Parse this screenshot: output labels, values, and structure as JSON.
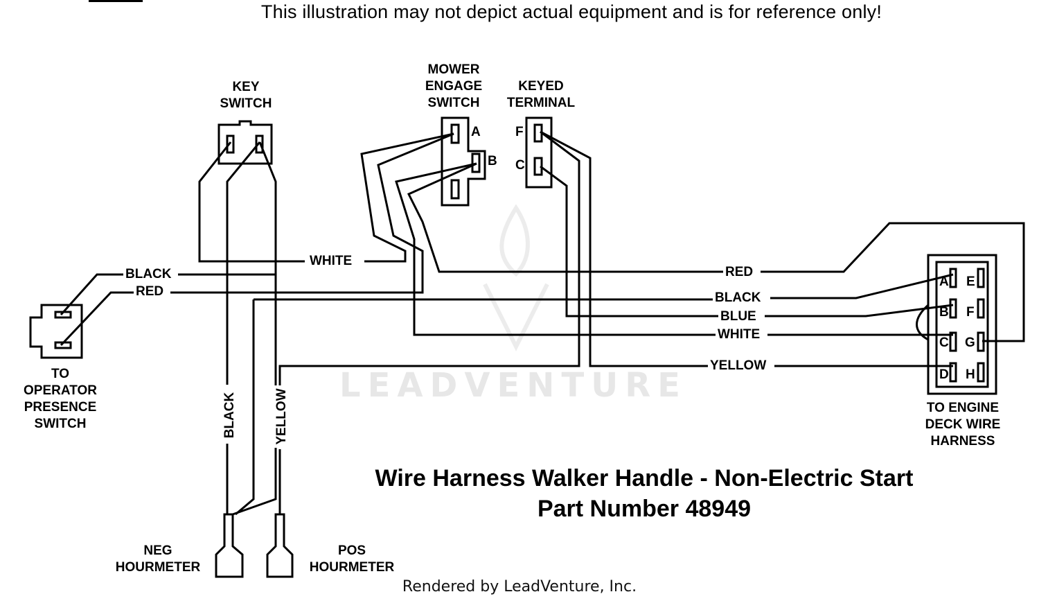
{
  "header": {
    "disclaimer": "This illustration may not depict actual equipment and is for reference only!"
  },
  "components": {
    "key_switch": "KEY\nSWITCH",
    "mower_engage_switch": "MOWER\nENGAGE\nSWITCH",
    "keyed_terminal": "KEYED\nTERMINAL",
    "operator_presence": "TO\nOPERATOR\nPRESENCE\nSWITCH",
    "engine_deck": "TO ENGINE\nDECK WIRE\nHARNESS",
    "neg_hourmeter": "NEG\nHOURMETER",
    "pos_hourmeter": "POS\nHOURMETER"
  },
  "pins": {
    "mower_a": "A",
    "mower_b": "B",
    "keyed_f": "F",
    "keyed_c": "C",
    "deck": [
      "A",
      "B",
      "C",
      "D",
      "E",
      "F",
      "G",
      "H"
    ]
  },
  "wires": {
    "white_top": "WHITE",
    "black_left": "BLACK",
    "red_left": "RED",
    "red_right": "RED",
    "black_right": "BLACK",
    "blue_right": "BLUE",
    "white_right": "WHITE",
    "yellow_right": "YELLOW",
    "black_vertical": "BLACK",
    "yellow_vertical": "YELLOW"
  },
  "title": {
    "line1": "Wire Harness Walker Handle - Non-Electric Start",
    "line2": "Part Number 48949"
  },
  "watermark": "LEADVENTURE",
  "footer": "Rendered by LeadVenture, Inc."
}
